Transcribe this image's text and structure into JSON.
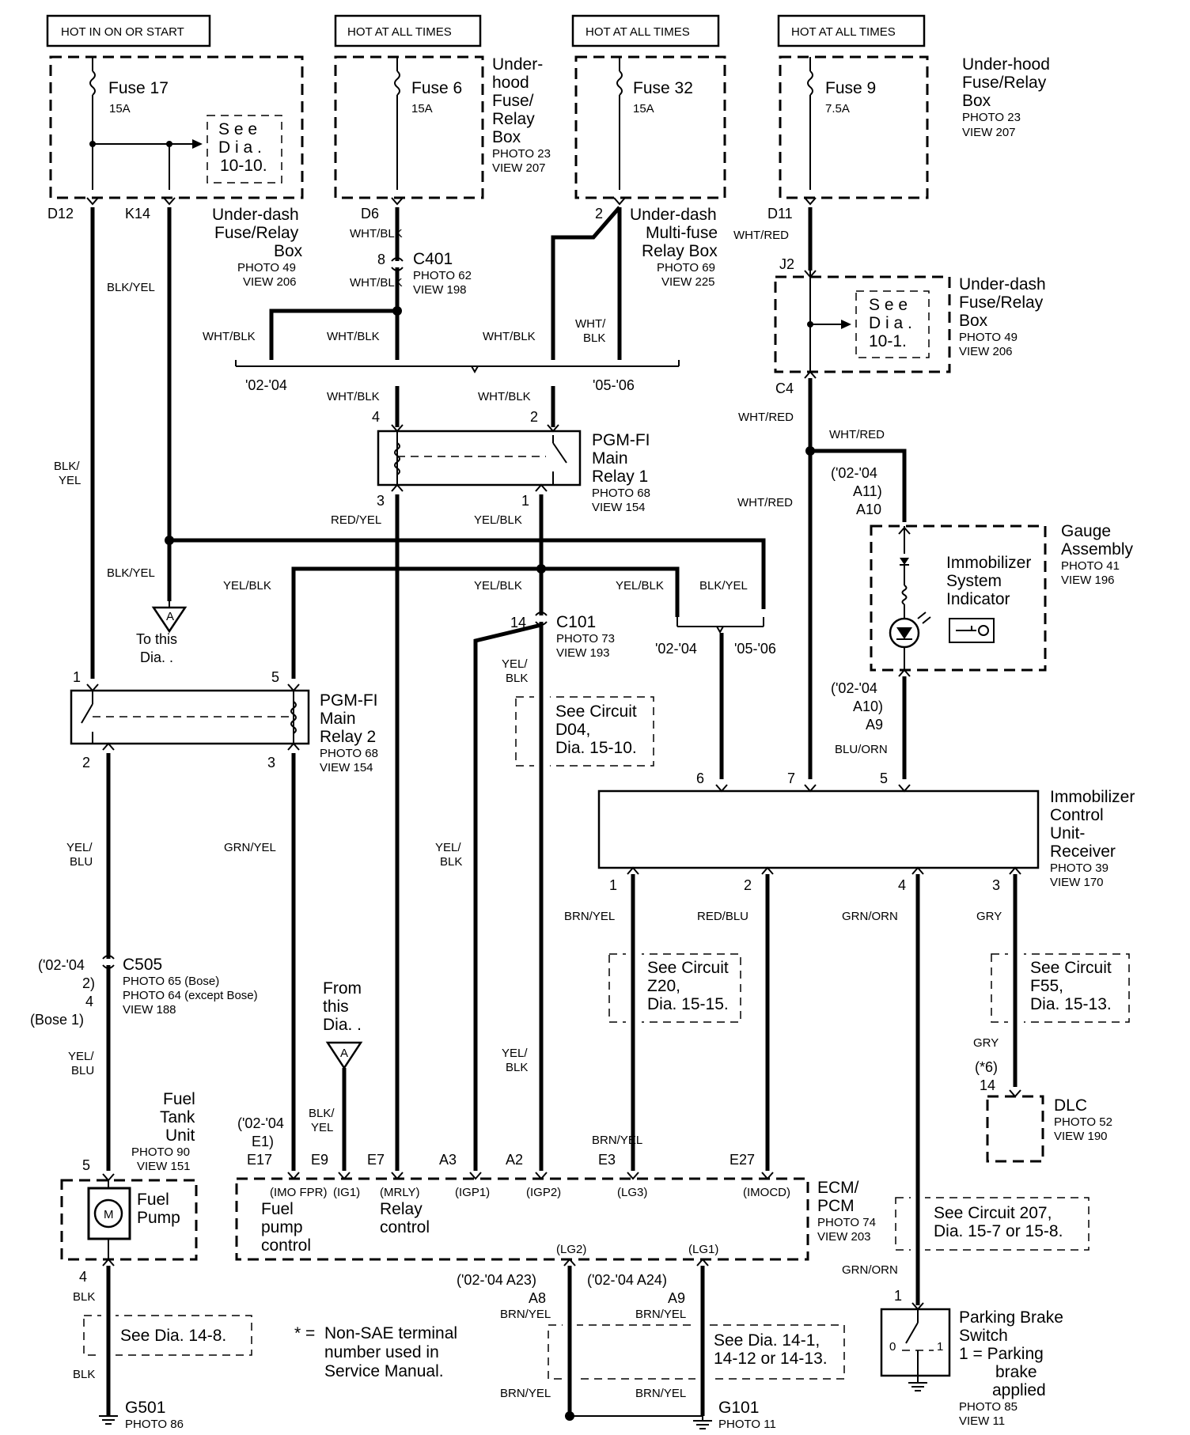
{
  "headers": {
    "h1": "HOT IN ON OR START",
    "h2": "HOT AT ALL TIMES",
    "h3": "HOT AT ALL TIMES",
    "h4": "HOT AT ALL TIMES"
  },
  "fuses": {
    "f17": {
      "name": "Fuse 17",
      "rating": "15A"
    },
    "f6": {
      "name": "Fuse 6",
      "rating": "15A"
    },
    "f32": {
      "name": "Fuse 32",
      "rating": "15A"
    },
    "f9": {
      "name": "Fuse 9",
      "rating": "7.5A"
    }
  },
  "boxes": {
    "underhood1": [
      "Under-",
      "hood",
      "Fuse/",
      "Relay",
      "Box"
    ],
    "underhood1_photo": [
      "PHOTO 23",
      "VIEW 207"
    ],
    "underhood2": [
      "Under-hood",
      "Fuse/Relay",
      "Box"
    ],
    "underhood2_photo": [
      "PHOTO 23",
      "VIEW 207"
    ],
    "underdash1": [
      "Under-dash",
      "Fuse/Relay",
      "Box"
    ],
    "underdash1_photo": [
      "PHOTO 49",
      "VIEW 206"
    ],
    "multifuse": [
      "Under-dash",
      "Multi-fuse",
      "Relay Box"
    ],
    "multifuse_photo": [
      "PHOTO 69",
      "VIEW 225"
    ],
    "underdash2": [
      "Under-dash",
      "Fuse/Relay",
      "Box"
    ],
    "underdash2_photo": [
      "PHOTO 49",
      "VIEW 206"
    ]
  },
  "see_refs": {
    "dia1010": [
      "S e e",
      "D i a .",
      "10-10."
    ],
    "dia101": [
      "S e e",
      "D i a .",
      "10-1."
    ],
    "d04": [
      "See  Circuit",
      "D04,",
      "Dia.  15-10."
    ],
    "z20": [
      "See  Circuit",
      "Z20,",
      "Dia.  15-15."
    ],
    "f55": [
      "See  Circuit",
      "F55,",
      "Dia.  15-13."
    ],
    "c207": [
      "See Circuit 207,",
      "Dia. 15-7 or 15-8."
    ],
    "dia148": "See Dia. 14-8.",
    "dia141": [
      "See Dia. 14-1,",
      "14-12 or 14-13."
    ]
  },
  "pins": {
    "d12": "D12",
    "k14": "K14",
    "d6": "D6",
    "d11": "D11",
    "j2": "J2",
    "c4": "C4",
    "p2": "2",
    "p8": "8",
    "p4": "4",
    "p2b": "2",
    "p3": "3",
    "p1": "1",
    "p14": "14",
    "r2p1": "1",
    "r2p5": "5",
    "r2p2": "2",
    "r2p3": "3",
    "i6": "6",
    "i7": "7",
    "i5": "5",
    "i1": "1",
    "i2": "2",
    "i4": "4",
    "i3": "3",
    "fp5": "5",
    "fp4": "4",
    "pb1": "1",
    "dlc14": "14"
  },
  "connectors": {
    "c401": [
      "C401",
      "PHOTO 62",
      "VIEW 198"
    ],
    "c101": [
      "C101",
      "PHOTO 73",
      "VIEW 193"
    ],
    "c505": [
      "C505",
      "PHOTO 65 (Bose)",
      "PHOTO 64 (except Bose)",
      "VIEW 188"
    ],
    "c505_alt": [
      "('02-'04",
      "2)",
      "4",
      "(Bose 1)"
    ]
  },
  "wires": {
    "blkyel1": "BLK/YEL",
    "blkyel2": "BLK/",
    "blkyel2b": "YEL",
    "blkyel3": "BLK/YEL",
    "whtblk1": "WHT/BLK",
    "whtblk2": "WHT/BLK",
    "whtblk3": "WHT/BLK",
    "whtblk4": "WHT/BLK",
    "whtblk5": "WHT/BLK",
    "whtblk6": "WHT/",
    "whtblk6b": "BLK",
    "whtblk7": "WHT/BLK",
    "whtblk8": "WHT/BLK",
    "whtred1": "WHT/RED",
    "whtred2": "WHT/RED",
    "whtred3": "WHT/RED",
    "whtred4": "WHT/RED",
    "redyel": "RED/YEL",
    "yelblk1": "YEL/BLK",
    "yelblk2": "YEL/BLK",
    "yelblk3": "YEL/BLK",
    "yelblk4": "YEL/BLK",
    "yelblk5": "BLK/YEL",
    "yelblk6": "YEL/",
    "yelblk6b": "BLK",
    "yelblk7": "YEL/",
    "yelblk7b": "BLK",
    "yelblk8": "YEL/",
    "yelblk8b": "BLK",
    "yelblu1": "YEL/",
    "yelblu1b": "BLU",
    "yelblu2": "YEL/",
    "yelblu2b": "BLU",
    "grnyel": "GRN/YEL",
    "bluorn": "BLU/ORN",
    "brnyel1": "BRN/YEL",
    "redblu": "RED/BLU",
    "grnorn1": "GRN/ORN",
    "gry1": "GRY",
    "gry2": "GRY",
    "brnyel2": "BRN/YEL",
    "grnorn2": "GRN/ORN",
    "blk1": "BLK",
    "blk2": "BLK",
    "blkyel4": "BLK/",
    "blkyel4b": "YEL",
    "brnyel3": "BRN/YEL",
    "brnyel4": "BRN/YEL",
    "brnyel5": "BRN/YEL",
    "brnyel6": "BRN/YEL"
  },
  "years": {
    "y1": "'02-'04",
    "y2": "'05-'06",
    "y3": "'02-'04",
    "y4": "'05-'06",
    "a11": [
      "('02-'04",
      "A11)",
      "A10"
    ],
    "a10": [
      "('02-'04",
      "A10)",
      "A9"
    ],
    "e1": [
      "('02-'04",
      "E1)",
      "E17"
    ],
    "a23": [
      "('02-'04 A23)",
      "A8"
    ],
    "a24": [
      "('02-'04 A24)",
      "A9"
    ],
    "dlc6": [
      "(*6)",
      "14"
    ]
  },
  "relays": {
    "r1": [
      "PGM-FI",
      "Main",
      "Relay 1"
    ],
    "r1_photo": [
      "PHOTO 68",
      "VIEW 154"
    ],
    "r2": [
      "PGM-FI",
      "Main",
      "Relay 2"
    ],
    "r2_photo": [
      "PHOTO 68",
      "VIEW 154"
    ]
  },
  "gauge": {
    "title": [
      "Gauge",
      "Assembly"
    ],
    "photo": [
      "PHOTO 41",
      "VIEW 196"
    ],
    "indicator": [
      "Immobilizer",
      "System",
      "Indicator"
    ]
  },
  "immob": {
    "title": [
      "Immobilizer",
      "Control",
      "Unit-",
      "Receiver"
    ],
    "photo": [
      "PHOTO 39",
      "VIEW 170"
    ]
  },
  "ecm": {
    "title": [
      "ECM/",
      "PCM"
    ],
    "photo": [
      "PHOTO 74",
      "VIEW 203"
    ],
    "terms": {
      "e17": "E17",
      "e9": "E9",
      "e7": "E7",
      "a3": "A3",
      "a2": "A2",
      "e3": "E3",
      "e27": "E27"
    },
    "sigs": {
      "imofpr": "(IMO FPR)",
      "ig1": "(IG1)",
      "mrly": "(MRLY)",
      "igp1": "(IGP1)",
      "igp2": "(IGP2)",
      "lg3": "(LG3)",
      "imocd": "(IMOCD)",
      "lg2": "(LG2)",
      "lg1": "(LG1)"
    },
    "fuel_ctrl": [
      "Fuel",
      "pump",
      "control"
    ],
    "relay_ctrl": [
      "Relay",
      "control"
    ]
  },
  "offpage": {
    "to": [
      "To this",
      "Dia. ."
    ],
    "from": [
      "From",
      "this",
      "Dia. ."
    ],
    "letter": "A",
    "letter2": "A"
  },
  "fueltank": {
    "title": [
      "Fuel",
      "Tank",
      "Unit"
    ],
    "photo": [
      "PHOTO 90",
      "VIEW 151"
    ],
    "pump": [
      "Fuel",
      "Pump"
    ],
    "m": "M"
  },
  "dlc": {
    "title": "DLC",
    "photo": [
      "PHOTO 52",
      "VIEW 190"
    ]
  },
  "parking": {
    "title": [
      "Parking Brake",
      "Switch"
    ],
    "note": [
      "1 =  Parking",
      "brake",
      "applied"
    ],
    "photo": [
      "PHOTO 85",
      "VIEW 11"
    ],
    "p0": "0",
    "p1": "1"
  },
  "grounds": {
    "g501": "G501",
    "g501p": "PHOTO 86",
    "g101": "G101",
    "g101p": "PHOTO 11"
  },
  "footnote": {
    "star": "*  =",
    "lines": [
      "Non-SAE terminal",
      "number used in",
      "Service Manual."
    ]
  }
}
